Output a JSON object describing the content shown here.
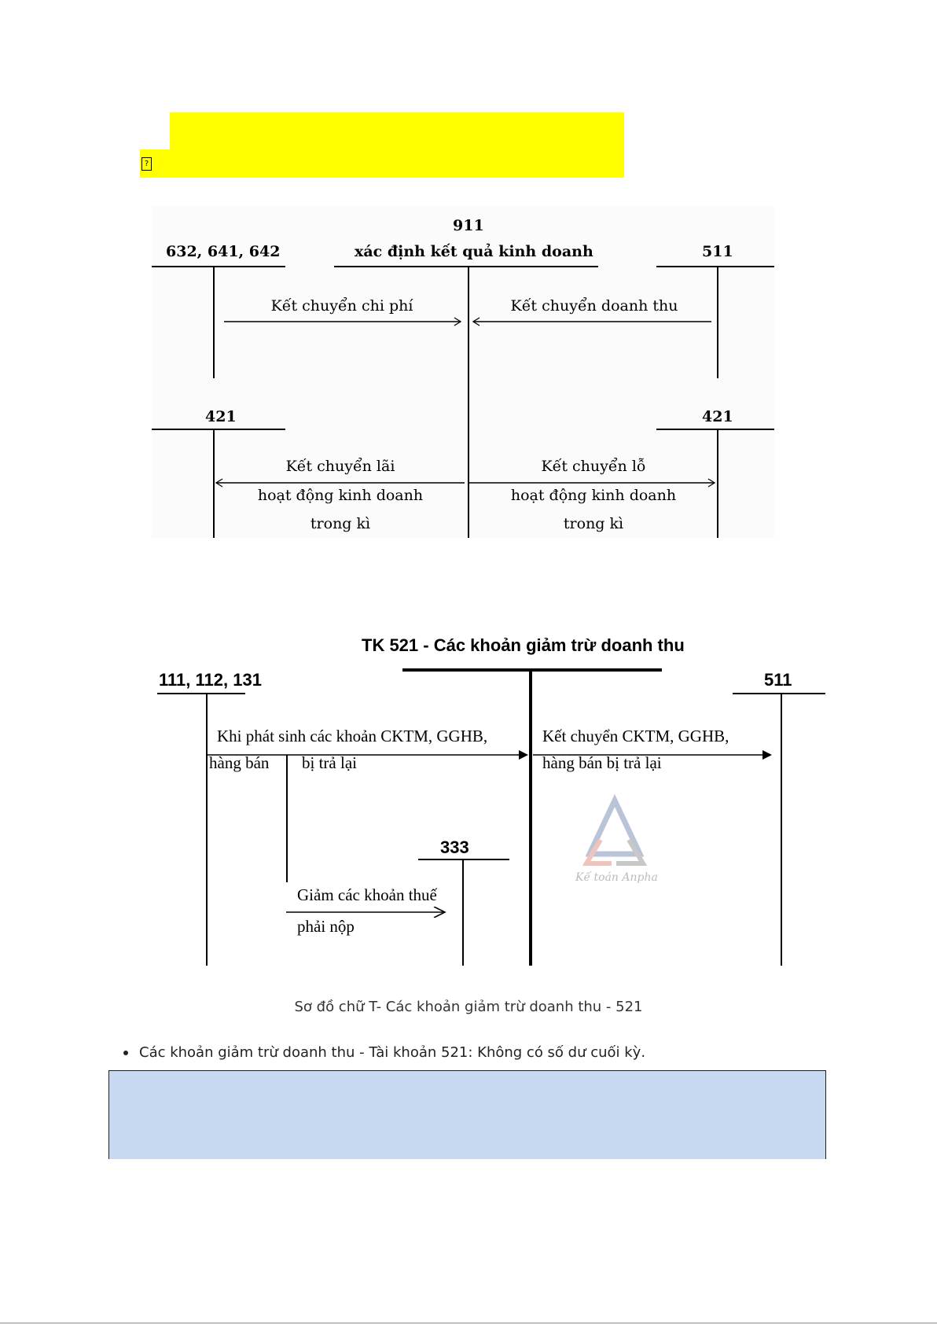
{
  "header": {
    "highlight_glyph": "?"
  },
  "diagram_911": {
    "center_account_code": "911",
    "center_account_name": "xác định kết quả kinh doanh",
    "left_top_account": "632, 641,  642",
    "right_top_account": "511",
    "left_bottom_account": "421",
    "right_bottom_account": "421",
    "flow_expense": "Kết chuyển chi phí",
    "flow_revenue": "Kết chuyển doanh thu",
    "flow_profit_line1": "Kết chuyển lãi",
    "flow_profit_line2": "hoạt động kinh doanh",
    "flow_profit_line3": "trong kì",
    "flow_loss_line1": "Kết chuyển lỗ",
    "flow_loss_line2": "hoạt động kinh doanh",
    "flow_loss_line3": "trong kì"
  },
  "diagram_521": {
    "title": "TK 521 - Các khoản giảm trừ doanh thu",
    "left_account": "111, 112, 131",
    "right_account": "511",
    "tax_account": "333",
    "flow_incur_line1": "Khi phát sinh các khoản CKTM, GGHB,",
    "flow_incur_line2a": "hàng bán",
    "flow_incur_line2b": "bị trả lại",
    "flow_transfer_line1": "Kết chuyển CKTM, GGHB,",
    "flow_transfer_line2": "hàng bán bị trả lại",
    "flow_tax_line1": "Giảm các khoản thuế",
    "flow_tax_line2": "phải nộp",
    "watermark_text": "Kế toán Anpha"
  },
  "caption": "Sơ đồ chữ T- Các khoản giảm trừ doanh thu - 521",
  "bullet": "Các khoản giảm trừ doanh thu - Tài khoản 521: Không có số dư cuối kỳ.",
  "colors": {
    "highlight": "#ffff00",
    "note_box": "#c6d9f1"
  }
}
